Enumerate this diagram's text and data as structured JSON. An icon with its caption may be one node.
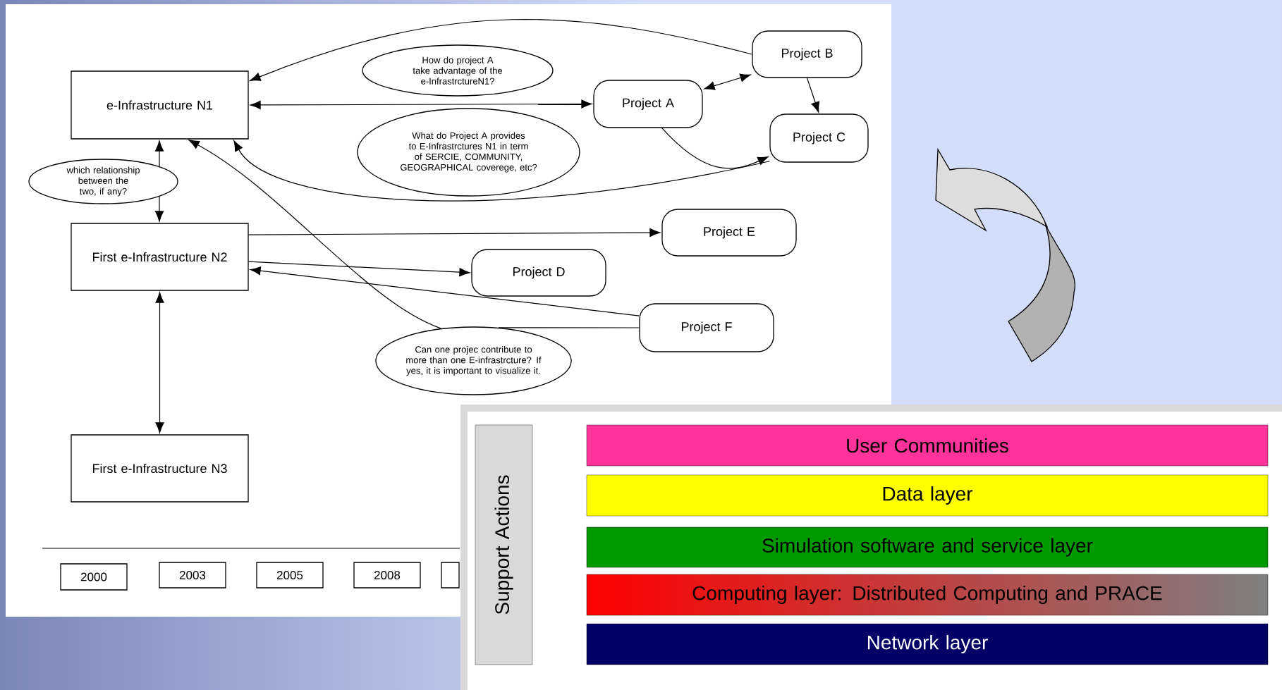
{
  "diagram": {
    "nodes": [
      {
        "text": [
          "e-Infrastructure N1"
        ]
      },
      {
        "text": [
          "How do project A take advantage of the e-InfrastrctureN1?"
        ]
      },
      {
        "text": [
          "Project B"
        ]
      },
      {
        "text": [
          "Project A"
        ]
      },
      {
        "text": [
          "What do Project A provides to E-Infrastrctures N1 in term of SERCIE, COMMUNITY, GEOGRAPHICAL coverege, etc?"
        ]
      },
      {
        "text": [
          "Project C"
        ]
      },
      {
        "text": [
          "which relationship between the two, if any?"
        ]
      },
      {
        "text": [
          "First e-Infrastructure N2"
        ]
      },
      {
        "text": [
          "Project E"
        ]
      },
      {
        "text": [
          "Project D"
        ]
      },
      {
        "text": [
          "Project F"
        ]
      },
      {
        "text": [
          "Can one projec contribute to more than one E-infrastrcture? If yes, it is important to visualize it."
        ]
      },
      {
        "text": [
          "First e-Infrastructure N3"
        ]
      },
      {
        "text": [
          "2000"
        ]
      },
      {
        "text": [
          "2003"
        ]
      },
      {
        "text": [
          "2005"
        ]
      },
      {
        "text": [
          "2008"
        ]
      },
      {
        "text": [],
        "shape": "box"
      },
      {
        "text": [
          "Support Actions"
        ]
      },
      {
        "text": [
          "User Communities"
        ]
      },
      {
        "text": [
          "Data layer"
        ]
      },
      {
        "text": [
          "Simulation software and service layer"
        ]
      },
      {
        "text": [
          "Computing layer: Distributed Computing and PRACE"
        ]
      },
      {
        "text": [
          "Network layer"
        ]
      }
    ],
    "edges": [
      {
        "from": 2,
        "to": 0,
        "arrow": "to"
      },
      {
        "from": 0,
        "to": 3,
        "arrow": "both"
      },
      {
        "from": 3,
        "to": 2,
        "arrow": "both"
      },
      {
        "from": 2,
        "to": 5,
        "arrow": "to"
      },
      {
        "from": 3,
        "to": 5,
        "arrow": "to"
      },
      {
        "from": 5,
        "to": 0,
        "arrow": "to"
      },
      {
        "from": 6,
        "to": 0,
        "arrow": "to"
      },
      {
        "from": 6,
        "to": 7,
        "arrow": "to"
      },
      {
        "from": 7,
        "to": 12,
        "arrow": "both"
      },
      {
        "from": 7,
        "to": 8,
        "arrow": "to"
      },
      {
        "from": 7,
        "to": 9,
        "arrow": "to"
      },
      {
        "from": 10,
        "to": 7,
        "arrow": "to"
      },
      {
        "from": 11,
        "to": 0,
        "arrow": "to"
      },
      {
        "from": 10,
        "to": 11,
        "arrow": "none"
      }
    ]
  }
}
